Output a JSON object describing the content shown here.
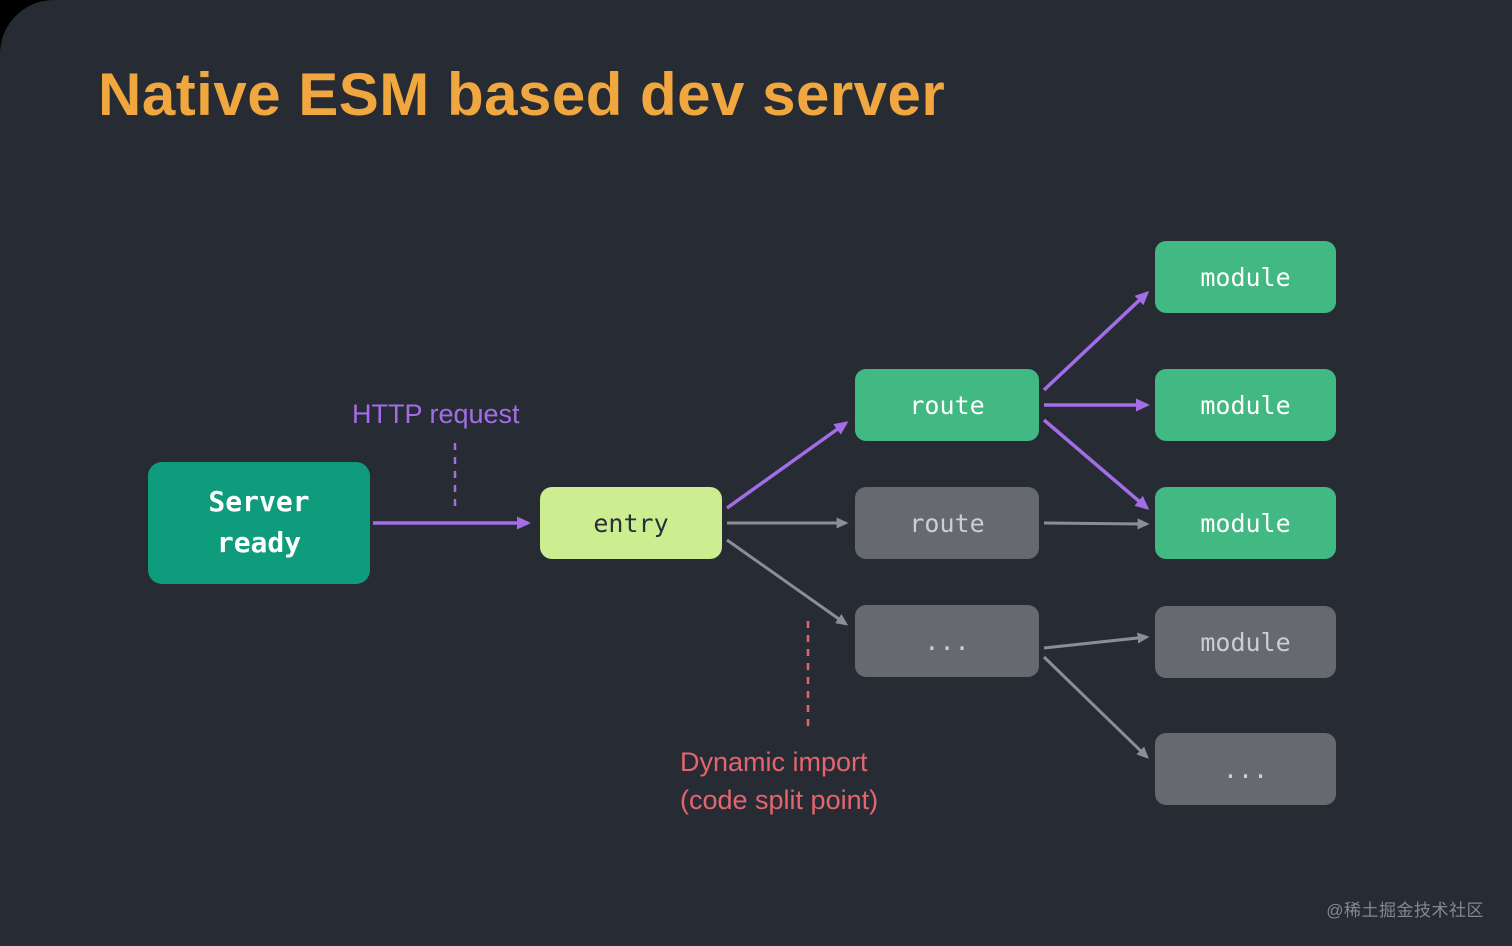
{
  "title": "Native ESM based dev server",
  "annotations": {
    "http_request": "HTTP request",
    "dynamic_import": "Dynamic import\n(code split point)"
  },
  "nodes": {
    "server_ready": "Server ready",
    "entry": "entry",
    "route_active": "route",
    "route_inactive": "route",
    "routes_more": "...",
    "module_1": "module",
    "module_2": "module",
    "module_3": "module",
    "module_4": "module",
    "modules_more": "..."
  },
  "colors": {
    "background": "#272c34",
    "title": "#f0a73f",
    "server_box": "#0e9c7c",
    "entry_box": "#cdee90",
    "active_box": "#42b883",
    "inactive_box": "#66696e",
    "purple_arrow": "#a36de8",
    "gray_arrow": "#8b8e94",
    "dynamic_import_label": "#e5646e"
  },
  "watermark": "@稀土掘金技术社区"
}
